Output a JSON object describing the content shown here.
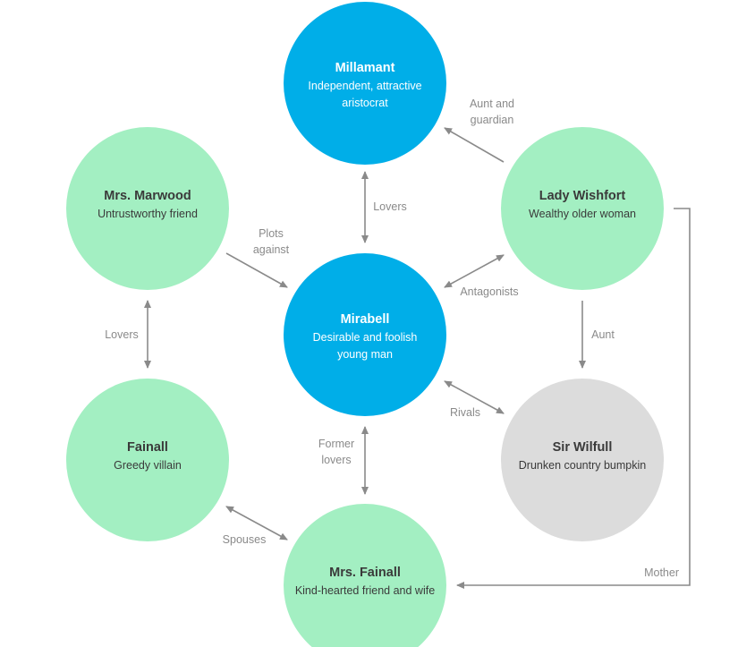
{
  "colors": {
    "blue": "#00aee8",
    "green": "#a3efc2",
    "gray": "#dcdcdc",
    "text_dark": "#3a3a3a",
    "text_light": "#ffffff",
    "edge": "#8a8a8a"
  },
  "nodes": [
    {
      "id": "millamant",
      "name": "Millamant",
      "desc_lines": [
        "Independent, attractive",
        "aristocrat"
      ],
      "fill": "blue"
    },
    {
      "id": "mrs-marwood",
      "name": "Mrs. Marwood",
      "desc_lines": [
        "Untrustworthy friend"
      ],
      "fill": "green"
    },
    {
      "id": "lady-wishfort",
      "name": "Lady Wishfort",
      "desc_lines": [
        "Wealthy older woman"
      ],
      "fill": "green"
    },
    {
      "id": "mirabell",
      "name": "Mirabell",
      "desc_lines": [
        "Desirable and foolish",
        "young man"
      ],
      "fill": "blue"
    },
    {
      "id": "fainall",
      "name": "Fainall",
      "desc_lines": [
        "Greedy villain"
      ],
      "fill": "green"
    },
    {
      "id": "sir-wilfull",
      "name": "Sir Wilfull",
      "desc_lines": [
        "Drunken country bumpkin"
      ],
      "fill": "gray"
    },
    {
      "id": "mrs-fainall",
      "name": "Mrs. Fainall",
      "desc_lines": [
        "Kind-hearted friend and wife"
      ],
      "fill": "green"
    }
  ],
  "edges": [
    {
      "id": "millamant-mirabell",
      "from": "millamant",
      "to": "mirabell",
      "label_lines": [
        "Lovers"
      ],
      "bidirectional": true
    },
    {
      "id": "wishfort-millamant",
      "from": "lady-wishfort",
      "to": "millamant",
      "label_lines": [
        "Aunt and",
        "guardian"
      ],
      "bidirectional": false
    },
    {
      "id": "marwood-mirabell",
      "from": "mrs-marwood",
      "to": "mirabell",
      "label_lines": [
        "Plots",
        "against"
      ],
      "bidirectional": false
    },
    {
      "id": "mirabell-wishfort",
      "from": "mirabell",
      "to": "lady-wishfort",
      "label_lines": [
        "Antagonists"
      ],
      "bidirectional": true
    },
    {
      "id": "marwood-fainall",
      "from": "mrs-marwood",
      "to": "fainall",
      "label_lines": [
        "Lovers"
      ],
      "bidirectional": true
    },
    {
      "id": "wishfort-wilfull",
      "from": "lady-wishfort",
      "to": "sir-wilfull",
      "label_lines": [
        "Aunt"
      ],
      "bidirectional": false
    },
    {
      "id": "mirabell-wilfull",
      "from": "mirabell",
      "to": "sir-wilfull",
      "label_lines": [
        "Rivals"
      ],
      "bidirectional": true
    },
    {
      "id": "mirabell-mrsfainall",
      "from": "mirabell",
      "to": "mrs-fainall",
      "label_lines": [
        "Former",
        "lovers"
      ],
      "bidirectional": true
    },
    {
      "id": "fainall-mrsfainall",
      "from": "fainall",
      "to": "mrs-fainall",
      "label_lines": [
        "Spouses"
      ],
      "bidirectional": true
    },
    {
      "id": "wishfort-mrsfainall",
      "from": "lady-wishfort",
      "to": "mrs-fainall",
      "label_lines": [
        "Mother"
      ],
      "bidirectional": false
    }
  ]
}
